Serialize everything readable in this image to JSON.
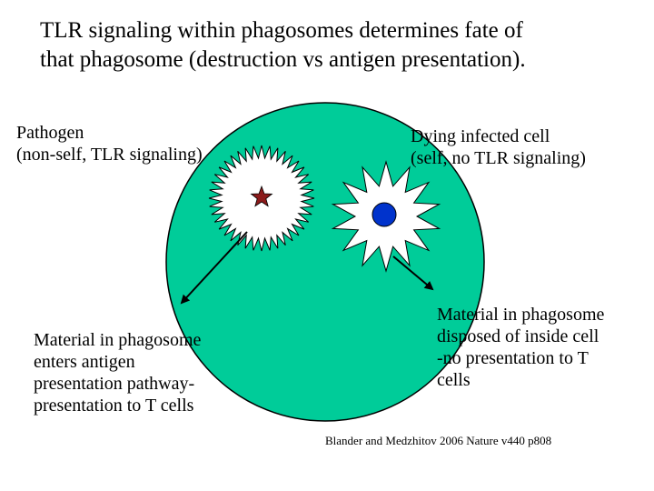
{
  "title": "TLR signaling within phagosomes determines fate of\nthat phagosome (destruction vs antigen presentation).",
  "labels": {
    "pathogen": "Pathogen\n(non-self, TLR signaling)",
    "dying_cell": "Dying infected cell\n(self, no TLR signaling)",
    "left_outcome": "Material in phagosome\nenters antigen\npresentation pathway-\npresentation to T cells",
    "right_outcome": "Material in phagosome\ndisposed of inside cell\n-no presentation to T\ncells",
    "citation": "Blander and Medzhitov 2006 Nature v440 p808"
  },
  "colors": {
    "cell_fill": "#00cc99",
    "phagosome_fill": "#ffffff",
    "star_fill": "#8b1a1a",
    "dot_fill": "#0033cc",
    "arrow": "#000000"
  },
  "icons": [
    "cell",
    "pathogen-phagosome",
    "dying-cell-phagosome",
    "star-icon",
    "blue-circle-icon",
    "arrow-left",
    "arrow-right"
  ]
}
